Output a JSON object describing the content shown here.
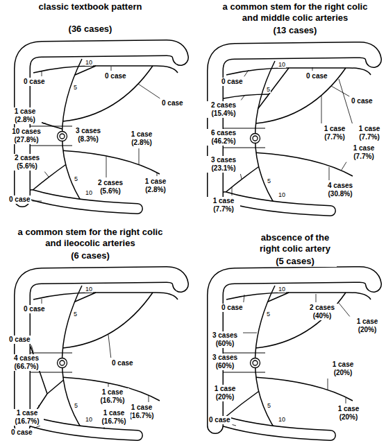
{
  "diagram": {
    "labels": [
      "classic textbook pattern",
      "(36 cases)",
      "10",
      "5",
      "5",
      "10",
      "0 case",
      "0 case",
      "0 case",
      "1 case (2.8%)",
      "10 cases (27.8%)",
      "2 cases (5.6%)",
      "0 case",
      "3 cases (8.3%)",
      "1 case (2.8%)",
      "1 case (2.8%)",
      "2 cases (5.6%)",
      "a common stem for the right colic and middle colic arteries",
      "(13 cases)",
      "10",
      "5",
      "5",
      "10",
      "0 case",
      "0 case",
      "0 case",
      "2 cases (15.4%)",
      "6 cases (46.2%)",
      "3 cases (23.1%)",
      "1 case (7.7%)",
      "1 case (7.7%)",
      "1 case (7.7%)",
      "1 case (7.7%)",
      "4 cases (30.8%)",
      "a common stem for the right colic and ileocolic arteries",
      "(6 cases)",
      "10",
      "5",
      "5",
      "10",
      "0 case",
      "0 case",
      "0 case",
      "4 cases (66.7%)",
      "1 case (16.7%)",
      "0 case",
      "1 case (16.7%)",
      "1 case (16.7%)",
      "1 case (16.7%)",
      "abscence of the right colic artery",
      "(5 cases)",
      "10",
      "5",
      "5",
      "10",
      "0 case",
      "2 cases (40%)",
      "1 case (20%)",
      "3 cases (60%)",
      "3 cases (60%)",
      "1 case (20%)",
      "0 case",
      "1 case (20%)",
      "1 case (20%)"
    ]
  }
}
